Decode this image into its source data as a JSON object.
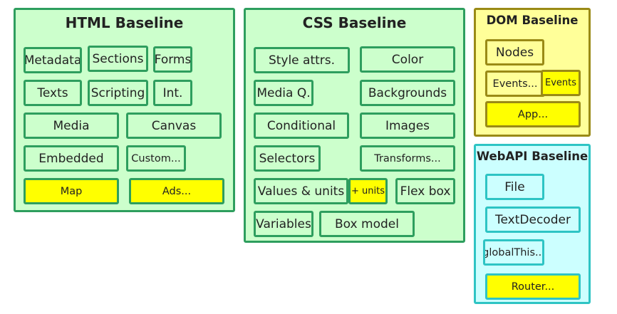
{
  "html_baseline": {
    "title": "HTML Baseline",
    "items": {
      "metadata": "Metadata",
      "sections": "Sections",
      "forms": "Forms",
      "texts": "Texts",
      "scripting": "Scripting",
      "int": "Int.",
      "media": "Media",
      "canvas": "Canvas",
      "embedded": "Embedded",
      "custom": "Custom...",
      "map": "Map",
      "ads": "Ads..."
    }
  },
  "css_baseline": {
    "title": "CSS Baseline",
    "items": {
      "style_attrs": "Style attrs.",
      "color": "Color",
      "media_q": "Media Q.",
      "backgrounds": "Backgrounds",
      "conditional": "Conditional",
      "images": "Images",
      "selectors": "Selectors",
      "transforms": "Transforms...",
      "values_units": "Values & units",
      "plus_units": "+ units",
      "flex_box": "Flex box",
      "variables": "Variables",
      "box_model": "Box model"
    }
  },
  "dom_baseline": {
    "title": "DOM Baseline",
    "items": {
      "nodes": "Nodes",
      "events_more": "Events...",
      "events": "Events",
      "app": "App..."
    }
  },
  "webapi_baseline": {
    "title": "WebAPI Baseline",
    "items": {
      "file": "File",
      "textdecoder": "TextDecoder",
      "globalthis": "globalThis...",
      "router": "Router..."
    }
  },
  "colors": {
    "html_css_fill": "#ccffcc",
    "html_css_border": "#2e9e5e",
    "dom_fill": "#ffff99",
    "dom_border": "#9a8a16",
    "webapi_fill": "#ccffff",
    "webapi_border": "#2ec4c4",
    "highlight": "#ffff00"
  }
}
